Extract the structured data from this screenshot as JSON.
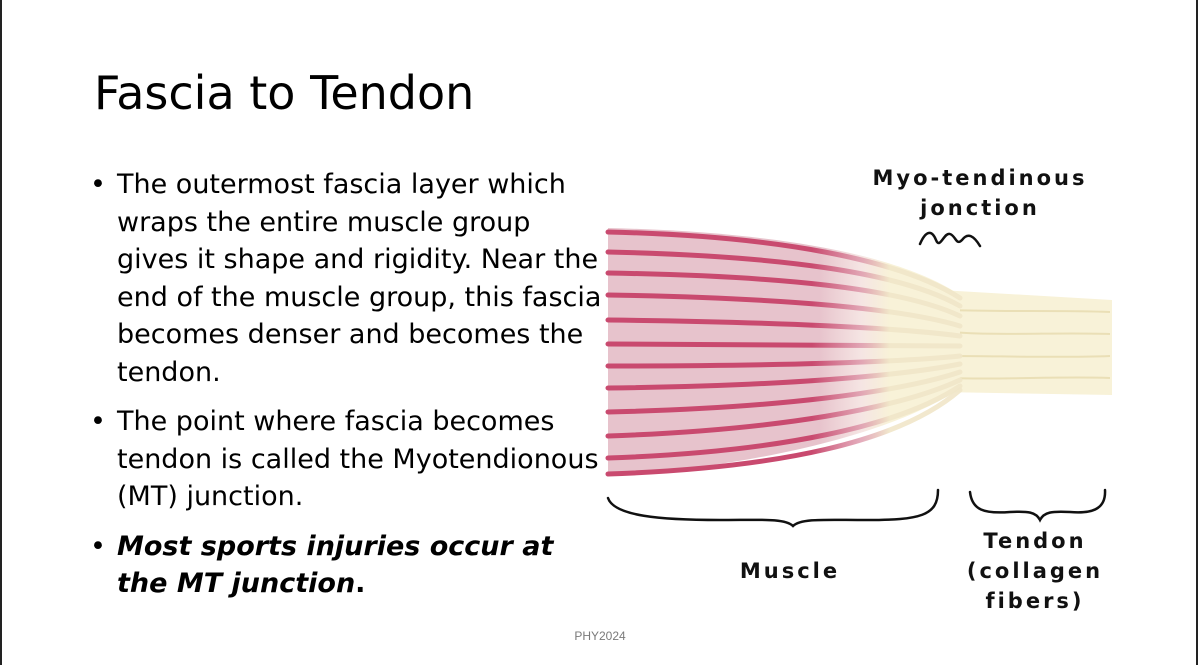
{
  "slide": {
    "title": "Fascia to Tendon",
    "footer": "PHY2024"
  },
  "bullets": [
    {
      "text": "The outermost fascia layer which wraps the entire muscle group gives it shape and rigidity.  Near the end of the muscle group, this fascia becomes denser and becomes the tendon."
    },
    {
      "text": "The point where fascia becomes tendon is called the Myotendionous (MT) junction."
    },
    {
      "text": "Most sports injuries occur at the MT junction",
      "suffix": "."
    }
  ],
  "diagram": {
    "junction_label_line1": "Myo-tendinous",
    "junction_label_line2": "jonction",
    "muscle_label": "Muscle",
    "tendon_label_line1": "Tendon",
    "tendon_label_line2": "(collagen",
    "tendon_label_line3": "fibers)",
    "colors": {
      "muscle_fill": "#e7c3cc",
      "muscle_stripe": "#c94a6f",
      "tendon_fill": "#f8f2d8"
    }
  }
}
